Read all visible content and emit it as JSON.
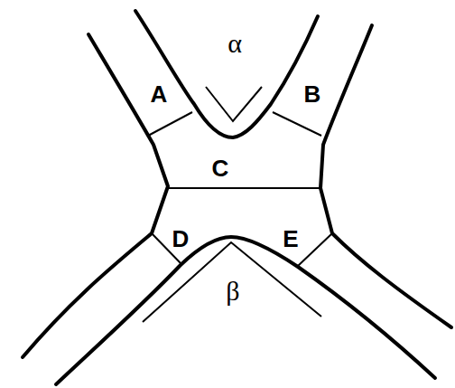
{
  "diagram": {
    "labels": [
      "α",
      "A",
      "B",
      "C",
      "D",
      "E",
      "β"
    ]
  }
}
